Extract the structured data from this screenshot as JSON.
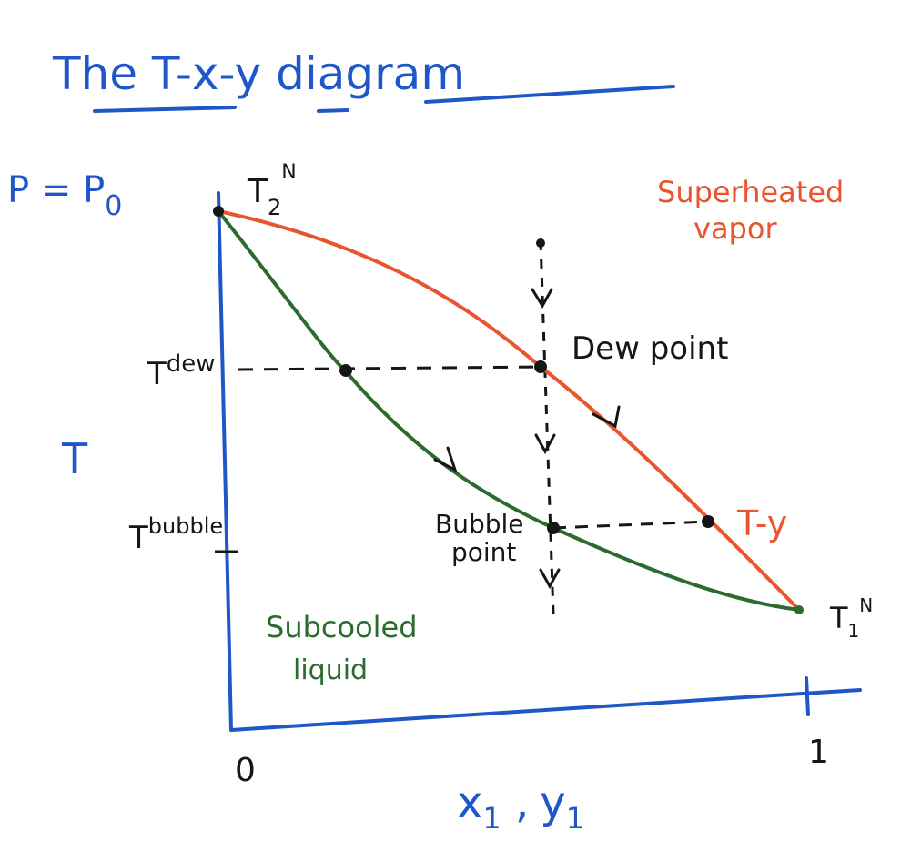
{
  "title": "The T-x-y diagram",
  "pressure_label": "P = P",
  "pressure_sub": "0",
  "y_axis_label": "T",
  "x_axis_label": "x",
  "x_axis_sub1": "1",
  "x_axis_sep": " ,",
  "x_axis_label2": "y",
  "x_axis_sub2": "1",
  "tick_zero": "0",
  "tick_one": "1",
  "t2_main": "T",
  "t2_sub": "2",
  "t2_sup": "N",
  "t1_main": "T",
  "t1_sub": "1",
  "t1_sup": "N",
  "tdew_main": "T",
  "tdew_sup": "dew",
  "tbubble_main": "T",
  "tbubble_sup": "bubble",
  "dew_point_label": "Dew point",
  "bubble_point_line1": "Bubble",
  "bubble_point_line2": "point",
  "ty_label": "T-y",
  "superheated_line1": "Superheated",
  "superheated_line2": "vapor",
  "subcooled_line1": "Subcooled",
  "subcooled_line2": "liquid",
  "colors": {
    "axis": "#1f57c9",
    "title": "#1f57c9",
    "dew_curve": "#e8552f",
    "bubble_curve": "#2b6b2e",
    "annotation": "#161616"
  }
}
